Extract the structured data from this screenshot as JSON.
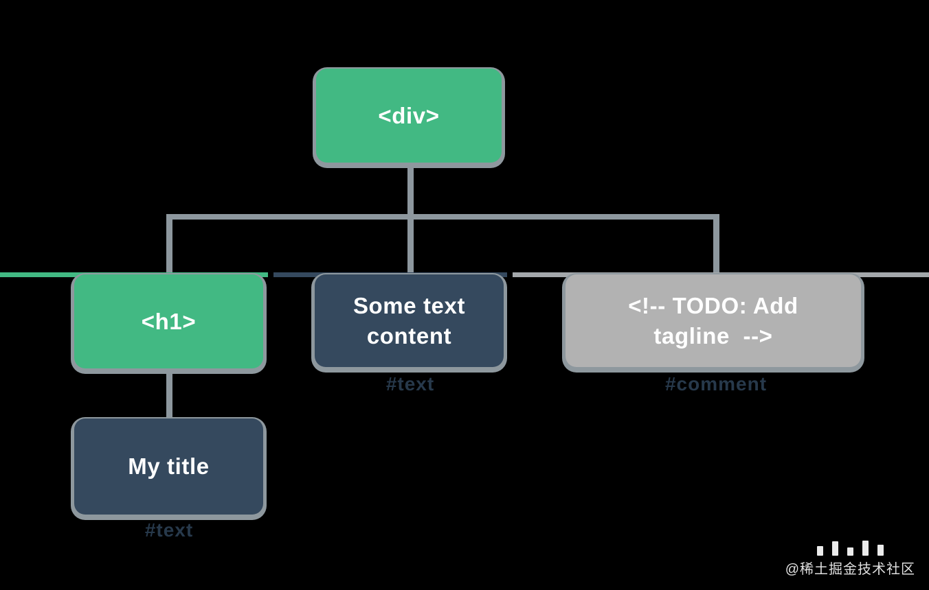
{
  "colors": {
    "bg": "#000000",
    "green": "#42b983",
    "slate": "#35495e",
    "gray": "#b2b2b2",
    "connector": "#8d979e",
    "shadow": "#8e989e",
    "typelabel": "#27394b",
    "text": "#ffffff"
  },
  "diagram": {
    "kind": "dom-tree",
    "root": "div",
    "edges": [
      [
        "div",
        "h1"
      ],
      [
        "div",
        "text_node"
      ],
      [
        "div",
        "comment_node"
      ],
      [
        "h1",
        "title_text"
      ]
    ]
  },
  "nodes": {
    "div": {
      "label": "<div>"
    },
    "h1": {
      "label": "<h1>"
    },
    "text_node": {
      "label": "Some text\ncontent",
      "type": "#text"
    },
    "comment_node": {
      "label": "<!-- TODO: Add\ntagline  -->",
      "type": "#comment"
    },
    "title_text": {
      "label": "My title",
      "type": "#text"
    }
  },
  "watermark": {
    "text": "@稀土掘金技术社区"
  }
}
